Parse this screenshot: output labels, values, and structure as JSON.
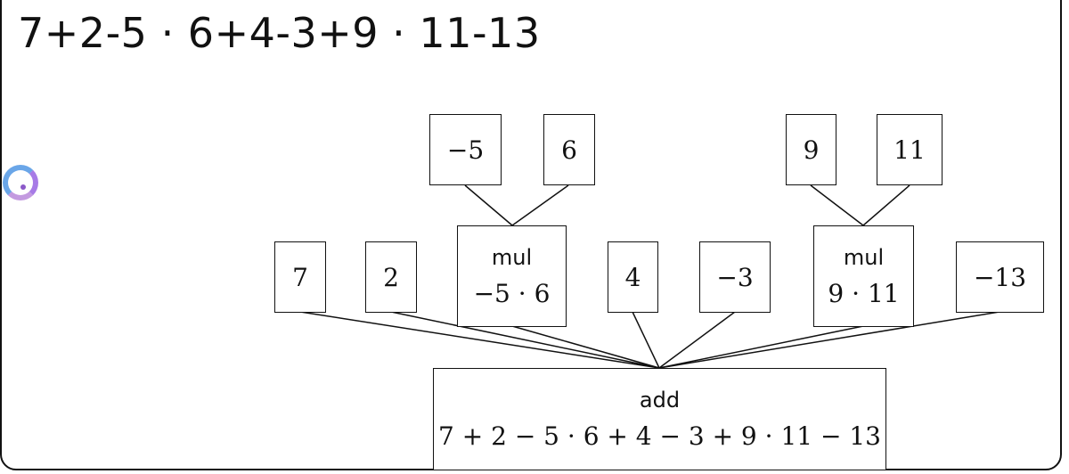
{
  "header": {
    "expression": "7+2-5 · 6+4-3+9 · 11-13"
  },
  "tree": {
    "root": {
      "op": "add",
      "expr": "7 + 2 − 5 · 6 + 4 − 3 + 9 · 11 − 13"
    },
    "level1": [
      {
        "value": "7"
      },
      {
        "value": "2"
      },
      {
        "op": "mul",
        "expr": "−5 · 6"
      },
      {
        "value": "4"
      },
      {
        "value": "−3"
      },
      {
        "op": "mul",
        "expr": "9 · 11"
      },
      {
        "value": "−13"
      }
    ],
    "mul1_children": [
      {
        "value": "−5"
      },
      {
        "value": "6"
      }
    ],
    "mul2_children": [
      {
        "value": "9"
      },
      {
        "value": "11"
      }
    ]
  },
  "colors": {
    "stroke": "#111111",
    "cursor_ring": "#6aa6e8",
    "cursor_accent": "#a77be6"
  },
  "icons": {
    "cursor": "loading-ring-icon"
  }
}
